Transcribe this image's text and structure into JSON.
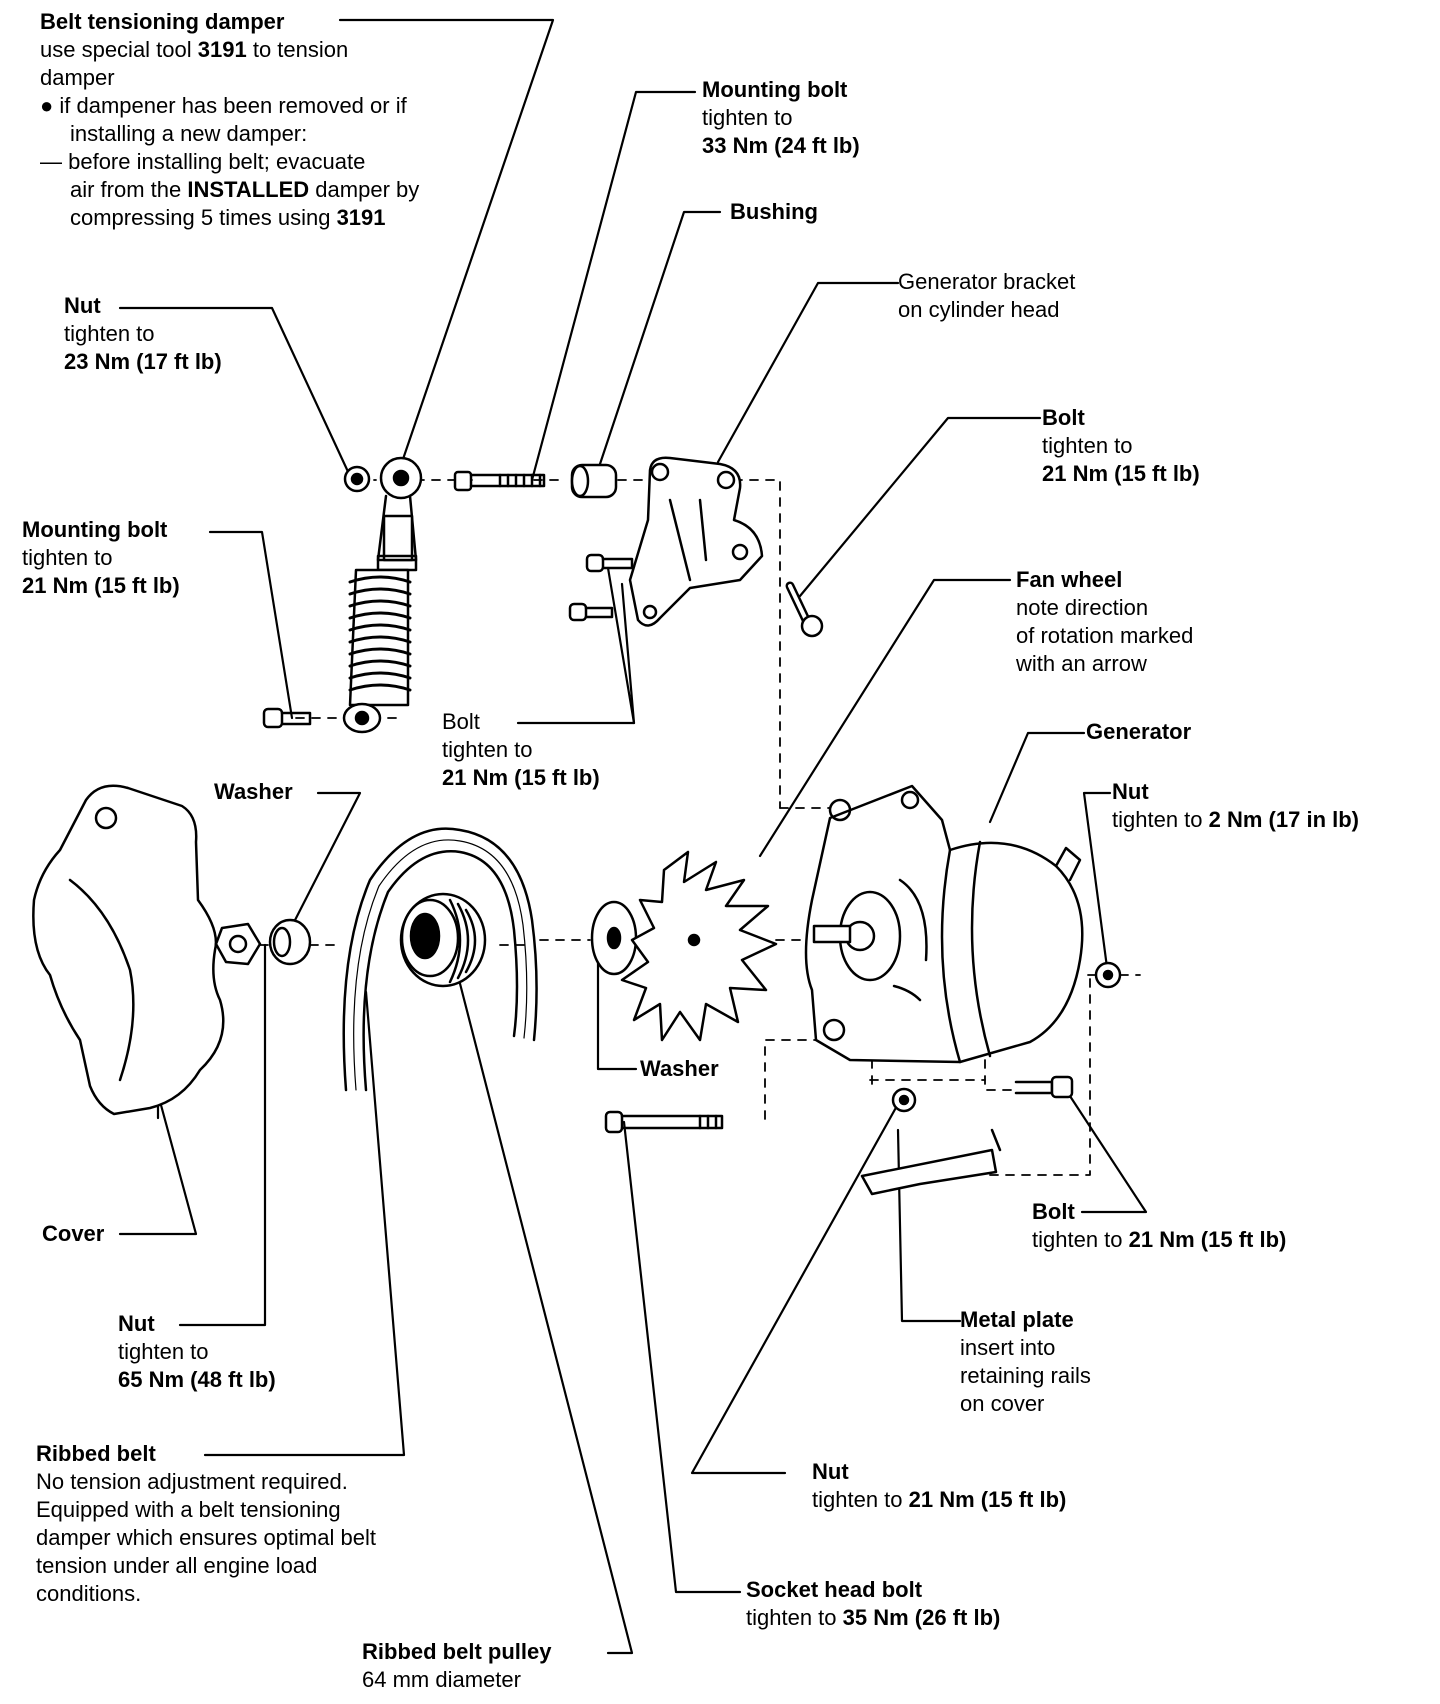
{
  "labels": {
    "damper": {
      "title": "Belt tensioning damper",
      "line1a": "use special tool ",
      "line1b": "3191",
      "line1c": " to tension",
      "line2": "damper",
      "line3": "● if dampener has been removed or if",
      "line4": "installing a new damper:",
      "line5": "— before installing belt; evacuate",
      "line6a": "air from the ",
      "line6b": "INSTALLED",
      "line6c": " damper by",
      "line7a": "compressing 5 times using ",
      "line7b": "3191"
    },
    "mounting_bolt_top": {
      "title": "Mounting bolt",
      "line1": "tighten to",
      "torque": "33 Nm (24 ft lb)"
    },
    "bushing": {
      "title": "Bushing"
    },
    "generator_bracket": {
      "title": "Generator bracket",
      "line1": "on cylinder head"
    },
    "nut_23": {
      "title": "Nut",
      "line1": "tighten to",
      "torque": "23 Nm (17 ft lb)"
    },
    "bolt_bracket_right": {
      "title": "Bolt",
      "line1": "tighten to",
      "torque": "21 Nm (15 ft lb)"
    },
    "mounting_bolt_left": {
      "title": "Mounting bolt",
      "line1": "tighten to",
      "torque": "21 Nm (15 ft lb)"
    },
    "fan_wheel": {
      "title": "Fan wheel",
      "line1": "note direction",
      "line2": "of rotation marked",
      "line3": "with an arrow"
    },
    "bolt_bracket_lower": {
      "title": "Bolt",
      "line1": "tighten to",
      "torque": "21 Nm (15 ft lb)"
    },
    "generator": {
      "title": "Generator"
    },
    "washer_top": {
      "title": "Washer"
    },
    "nut_2nm": {
      "title": "Nut",
      "line1a": "tighten to ",
      "torque": "2 Nm (17 in lb)"
    },
    "washer_bottom": {
      "title": "Washer"
    },
    "bolt_lower_right": {
      "title": "Bolt",
      "line1a": "tighten to ",
      "torque": "21 Nm (15 ft lb)"
    },
    "cover": {
      "title": "Cover"
    },
    "nut_65": {
      "title": "Nut",
      "line1": "tighten to",
      "torque": "65 Nm (48 ft lb)"
    },
    "metal_plate": {
      "title": "Metal plate",
      "line1": "insert into",
      "line2": "retaining rails",
      "line3": "on cover"
    },
    "ribbed_belt": {
      "title": "Ribbed belt",
      "line1": "No tension adjustment required.",
      "line2": "Equipped with a belt tensioning",
      "line3": "damper which ensures optimal belt",
      "line4": "tension under all engine load",
      "line5": "conditions."
    },
    "nut_bottom": {
      "title": "Nut",
      "line1a": "tighten to ",
      "torque": "21 Nm (15 ft lb)"
    },
    "socket_head_bolt": {
      "title": "Socket head bolt",
      "line1a": "tighten to ",
      "torque": "35 Nm (26 ft lb)"
    },
    "pulley": {
      "title": "Ribbed belt pulley",
      "line1": "64 mm diameter"
    }
  }
}
